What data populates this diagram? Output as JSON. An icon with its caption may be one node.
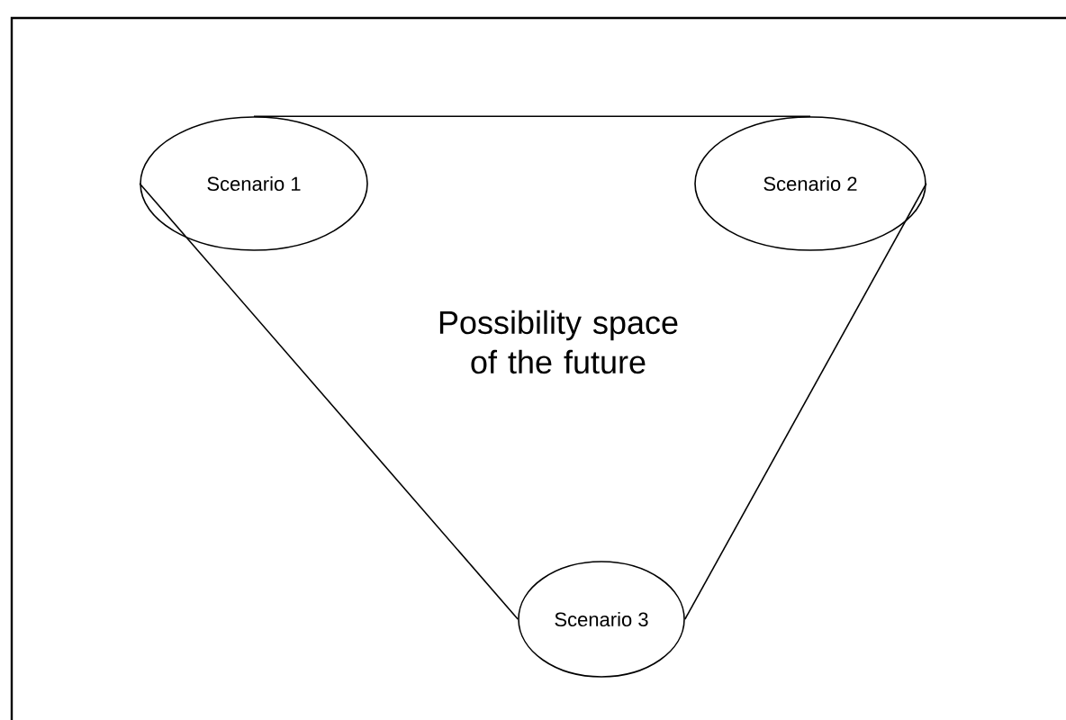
{
  "diagram": {
    "nodes": [
      {
        "text": [
          "Scenario 1"
        ]
      },
      {
        "text": [
          "Scenario 2"
        ]
      },
      {
        "text": [
          "Scenario 3"
        ]
      }
    ],
    "edges": [
      {
        "from": 0,
        "to": 1,
        "arrow": "none"
      },
      {
        "from": 0,
        "to": 2,
        "arrow": "none"
      },
      {
        "from": 1,
        "to": 2,
        "arrow": "none"
      }
    ],
    "labels": [
      "Possibility space of the future"
    ]
  }
}
